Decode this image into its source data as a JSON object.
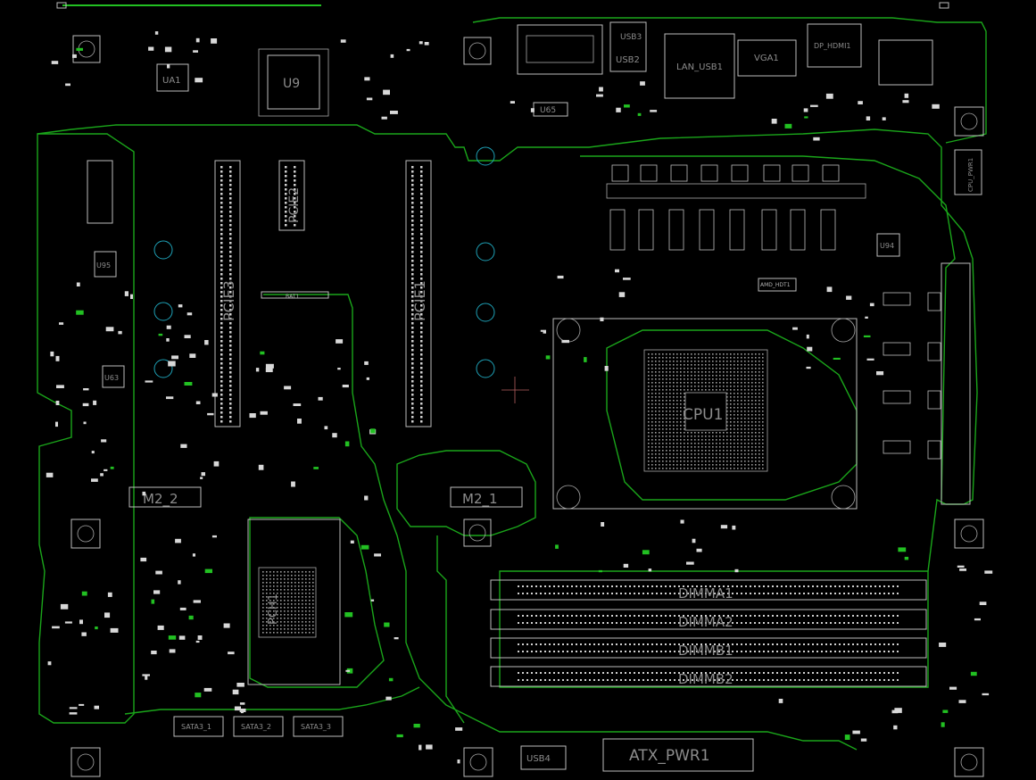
{
  "board": {
    "background": "#000000",
    "trace_color": "#1aa51a",
    "silkscreen_color": "#bdbdbd",
    "hole_color": "#1ea1b6"
  },
  "labels": {
    "u9": "U9",
    "ua1": "UA1",
    "usb3": "USB3",
    "usb2": "USB2",
    "lan_usb1": "LAN_USB1",
    "vga1": "VGA1",
    "dp_hdmi1": "DP_HDMI1",
    "u65": "U65",
    "u94": "U94",
    "pcie3": "PCIE3",
    "pcie2": "PCIE2",
    "pcie1": "PCIE1",
    "u95": "U95",
    "u63": "U63",
    "cpu1": "CPU1",
    "m2_2": "M2_2",
    "m2_1": "M2_1",
    "pch1": "PCH1",
    "dimm_a1": "DIMMA1",
    "dimm_a2": "DIMMA2",
    "dimm_b1": "DIMMB1",
    "dimm_b2": "DIMMB2",
    "sata_1": "SATA3_1",
    "sata_2": "SATA3_2",
    "sata_3": "SATA3_3",
    "atx_pwr1": "ATX_PWR1",
    "usb4": "USB4",
    "bat1": "BAT1",
    "amd_hdt1": "AMD_HDT1",
    "cpu_pwr1": "CPU_PWR1"
  }
}
